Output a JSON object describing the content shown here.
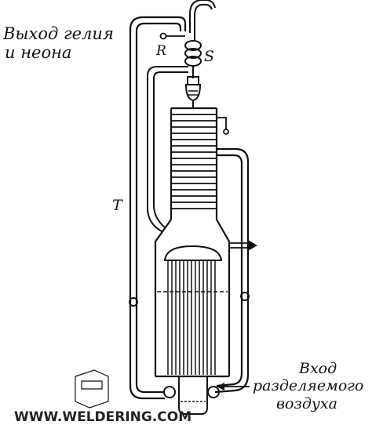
{
  "labels": {
    "helium_neon_outlet_line1": "Выход гелия",
    "helium_neon_outlet_line2": "и неона",
    "r_marker": "R",
    "s_marker": "S",
    "t_marker": "T",
    "air_inlet_line1": "Вход",
    "air_inlet_line2": "разделяемого",
    "air_inlet_line3": "воздуха"
  },
  "watermark": {
    "text": "WWW.WELDERING.COM"
  },
  "colors": {
    "ink": "#111111",
    "background": "#ffffff"
  }
}
